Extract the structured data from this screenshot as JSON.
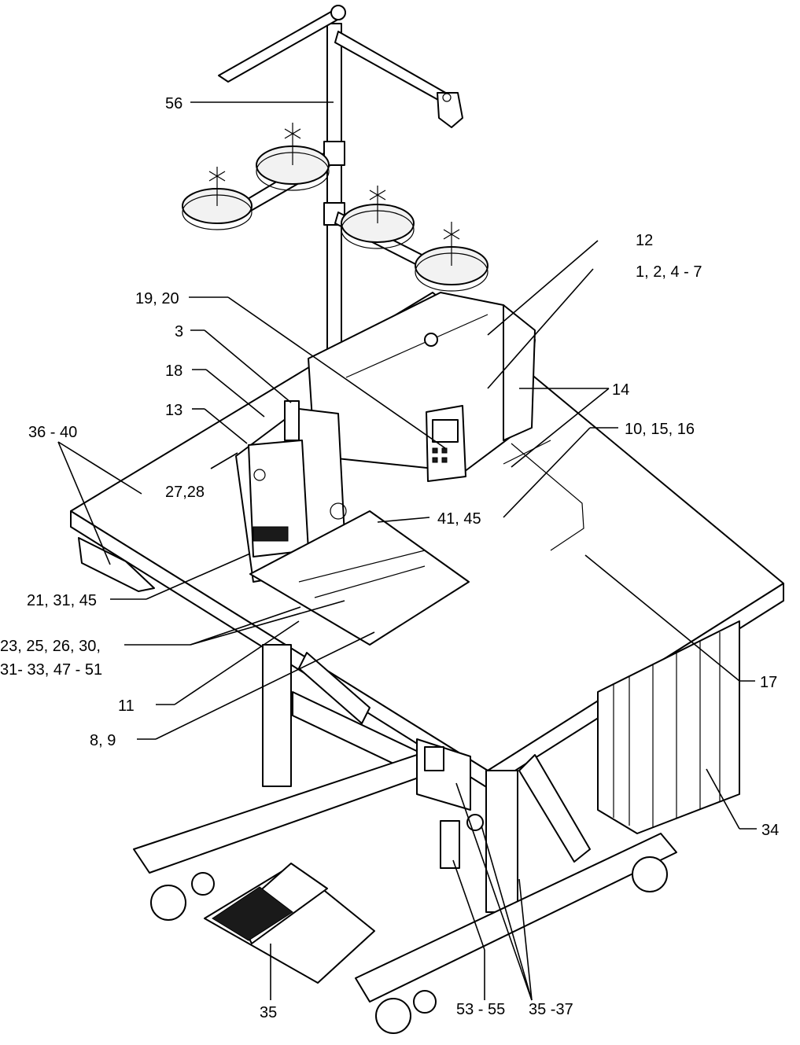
{
  "callouts": [
    {
      "id": "56",
      "text": "56"
    },
    {
      "id": "12",
      "text": "12"
    },
    {
      "id": "1-7",
      "text": "1, 2, 4 - 7"
    },
    {
      "id": "19-20",
      "text": "19, 20"
    },
    {
      "id": "3",
      "text": "3"
    },
    {
      "id": "14",
      "text": "14"
    },
    {
      "id": "18",
      "text": "18"
    },
    {
      "id": "13",
      "text": "13"
    },
    {
      "id": "10-16",
      "text": "10, 15, 16"
    },
    {
      "id": "36-40",
      "text": "36 - 40"
    },
    {
      "id": "27-28",
      "text": "27,28"
    },
    {
      "id": "41-45",
      "text": "41, 45"
    },
    {
      "id": "21-45",
      "text": "21, 31, 45"
    },
    {
      "id": "23-30",
      "text": "23,  25, 26, 30,"
    },
    {
      "id": "31-51",
      "text": "31- 33, 47 - 51"
    },
    {
      "id": "17",
      "text": "17"
    },
    {
      "id": "11",
      "text": "11"
    },
    {
      "id": "8-9",
      "text": "8, 9"
    },
    {
      "id": "34",
      "text": "34"
    },
    {
      "id": "35",
      "text": "35"
    },
    {
      "id": "53-55",
      "text": "53 - 55"
    },
    {
      "id": "35-37",
      "text": "35 -37"
    }
  ]
}
